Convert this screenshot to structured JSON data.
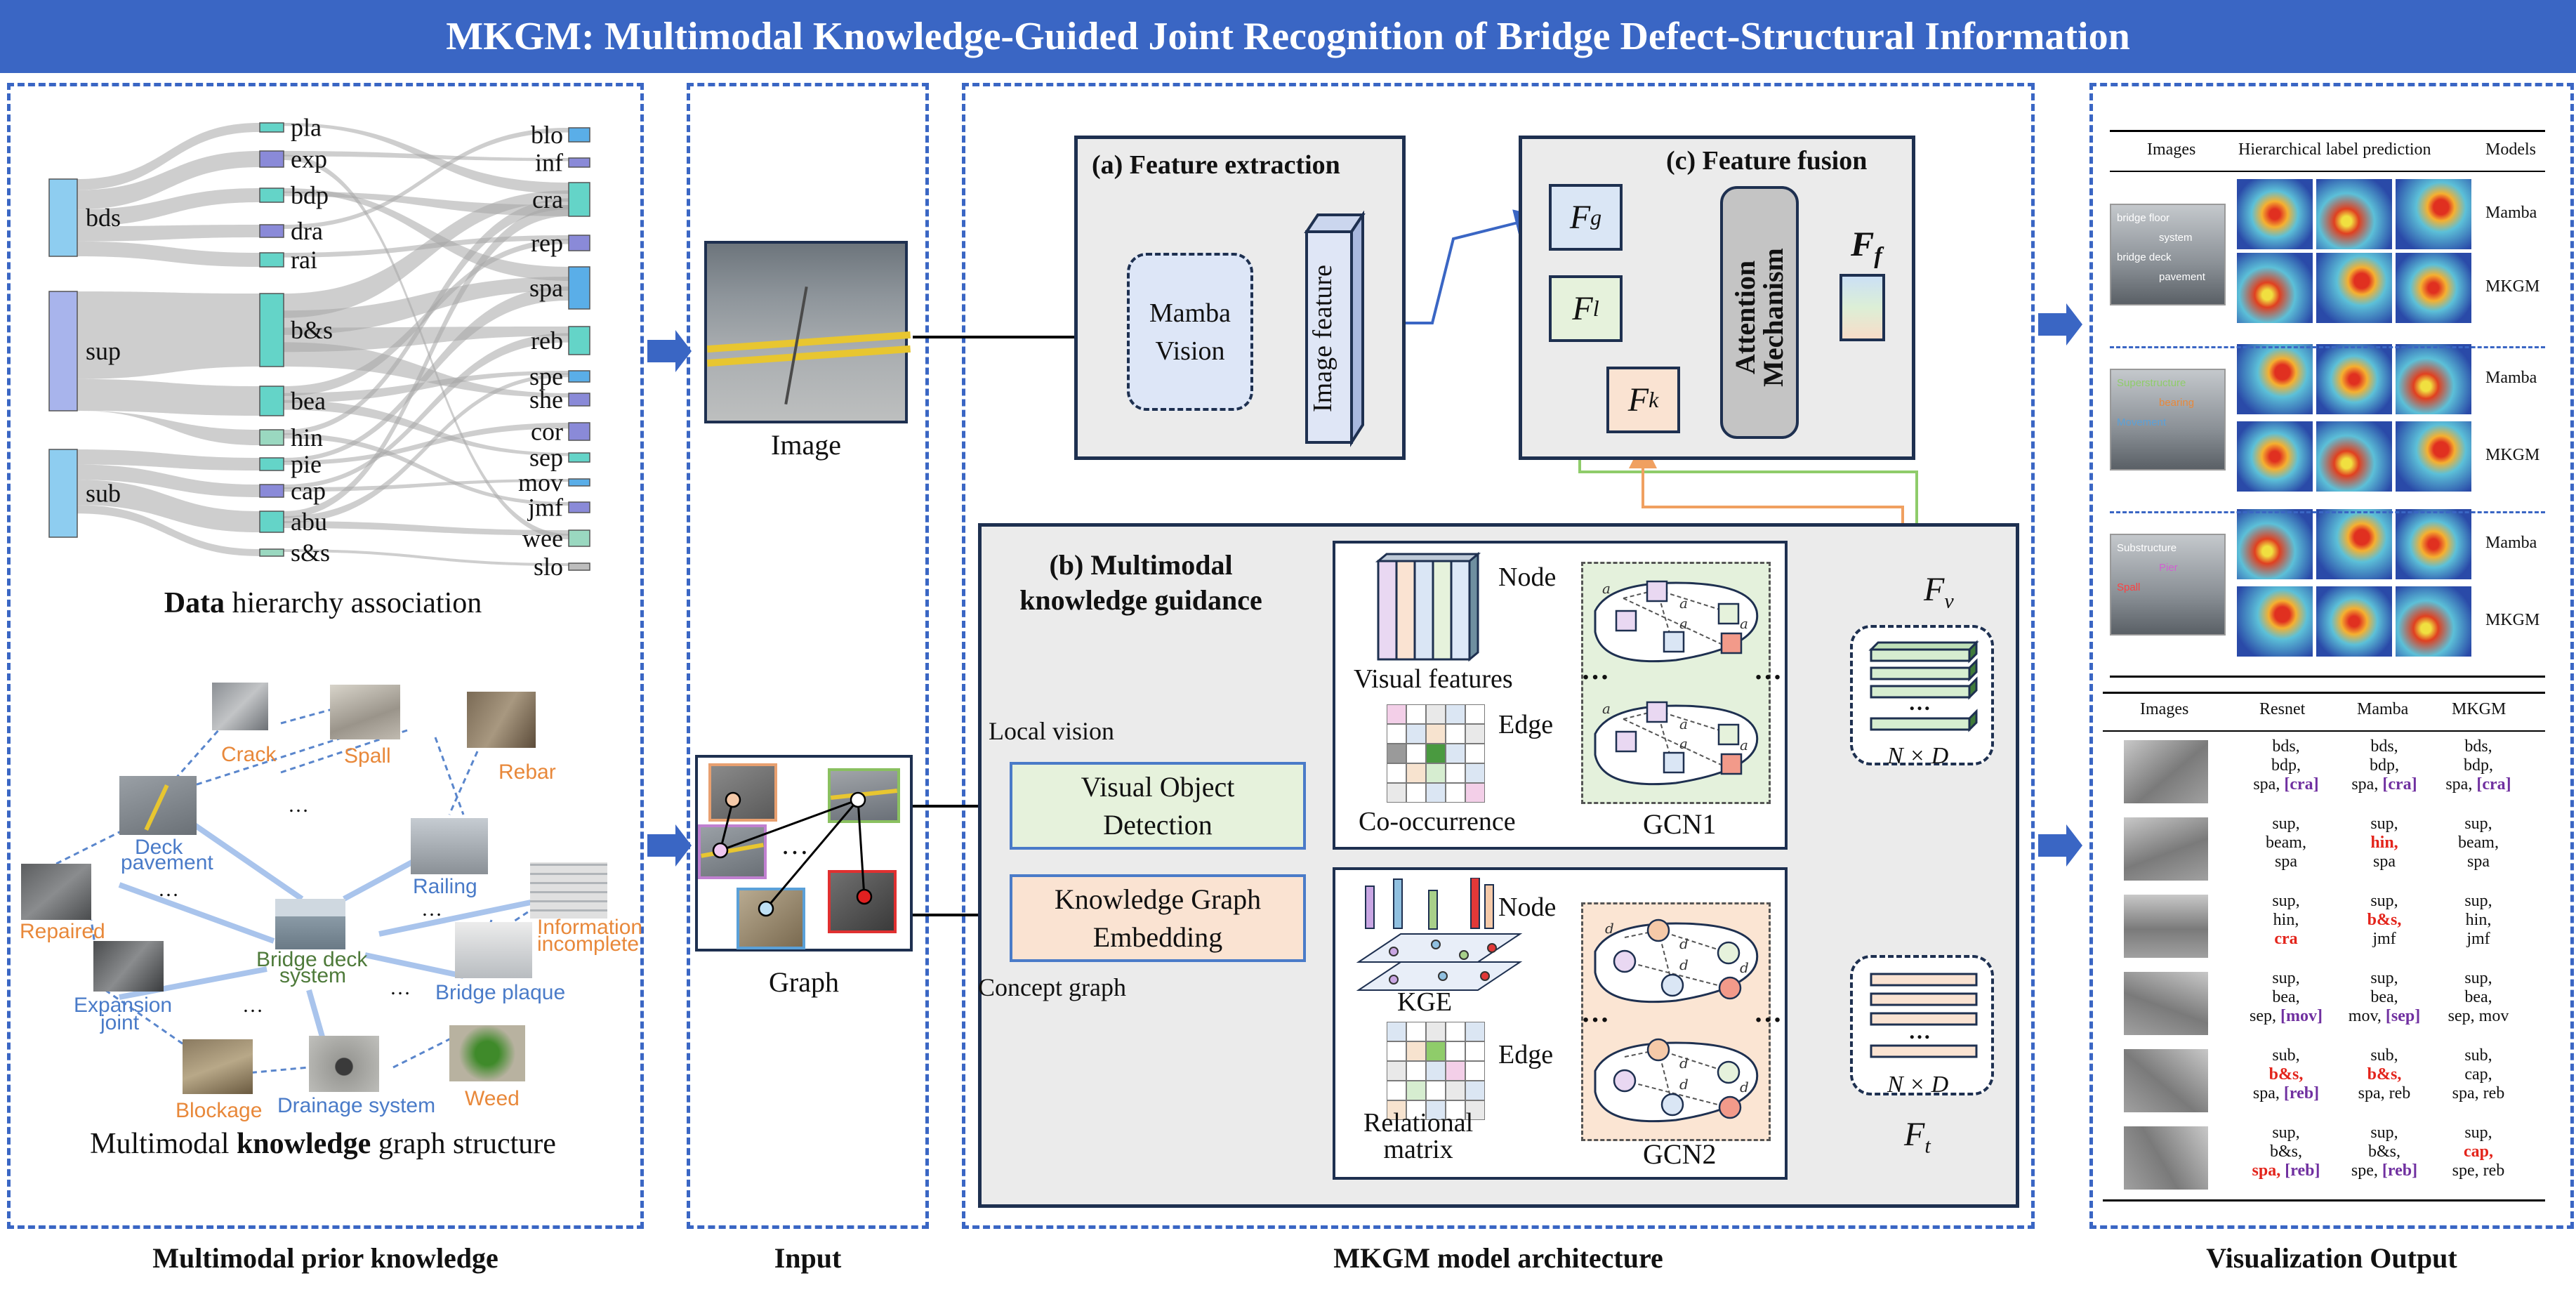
{
  "title": "MKGM: Multimodal Knowledge-Guided Joint Recognition of Bridge Defect-Structural Information",
  "sections": {
    "prior": "Multimodal prior knowledge",
    "input": "Input",
    "arch": "MKGM model architecture",
    "vis": "Visualization Output"
  },
  "sankey": {
    "left": [
      "bds",
      "sup",
      "sub"
    ],
    "middle": [
      "pla",
      "exp",
      "bdp",
      "dra",
      "rai",
      "b&s",
      "bea",
      "hin",
      "pie",
      "cap",
      "abu",
      "s&s"
    ],
    "right": [
      "blo",
      "inf",
      "cra",
      "rep",
      "spa",
      "reb",
      "spe",
      "she",
      "cor",
      "sep",
      "mov",
      "jmf",
      "wee",
      "slo"
    ],
    "caption_bold": "Data",
    "caption_rest": " hierarchy association"
  },
  "kg": {
    "nodes": {
      "crack": "Crack",
      "spall": "Spall",
      "rebar": "Rebar",
      "deck1": "Deck",
      "deck2": "pavement",
      "railing": "Railing",
      "repaired": "Repaired",
      "bdsys1": "Bridge deck",
      "bdsys2": "system",
      "info1": "Information",
      "info2": "incomplete",
      "exp1": "Expansion",
      "exp2": "joint",
      "plaque": "Bridge plaque",
      "blockage": "Blockage",
      "drain": "Drainage system",
      "weed": "Weed",
      "ellipsis": "…"
    },
    "caption_pre": "Multimodal ",
    "caption_bold": "knowledge",
    "caption_post": " graph structure"
  },
  "input": {
    "image_label": "Image",
    "graph_label": "Graph",
    "dots": "…"
  },
  "feat_extract": {
    "title": "(a) Feature extraction",
    "mamba1": "Mamba",
    "mamba2": "Vision",
    "image_feature": "Image feature"
  },
  "feat_fusion": {
    "title": "(c) Feature fusion",
    "fg": "F",
    "fg_sub": "g",
    "fl": "F",
    "fl_sub": "l",
    "fk": "F",
    "fk_sub": "k",
    "att1": "Attention",
    "att2": "Mechanism",
    "ff": "F",
    "ff_sub": "f"
  },
  "mkg": {
    "title1": "(b) Multimodal",
    "title2": "knowledge guidance",
    "local_vision": "Local vision",
    "vod1": "Visual Object",
    "vod2": "Detection",
    "kge_box1": "Knowledge Graph",
    "kge_box2": "Embedding",
    "concept_graph": "Concept graph",
    "node": "Node",
    "edge": "Edge",
    "visual_features": "Visual features",
    "cooccurrence": "Co-occurrence",
    "gcn1": "GCN1",
    "gcn2": "GCN2",
    "kge": "KGE",
    "relational1": "Relational",
    "relational2": "matrix",
    "nxd": "N × D",
    "fv": "F",
    "fv_sub": "v",
    "ft": "F",
    "ft_sub": "t",
    "dots": "…"
  },
  "vis_top": {
    "headers": [
      "Images",
      "Hierarchical label prediction",
      "Models"
    ],
    "rows": [
      {
        "model": "Mamba",
        "tags": [
          "bridge floor",
          "system",
          "bridge deck",
          "pavement"
        ]
      },
      {
        "model": "MKGM",
        "tags": []
      },
      {
        "model": "Mamba",
        "tags": [
          "Superstructure",
          "bearing",
          "Movement"
        ]
      },
      {
        "model": "MKGM",
        "tags": []
      },
      {
        "model": "Mamba",
        "tags": [
          "Substructure",
          "Pier",
          "Spall"
        ]
      },
      {
        "model": "MKGM",
        "tags": []
      }
    ]
  },
  "vis_bottom": {
    "headers": [
      "Images",
      "Resnet",
      "Mamba",
      "MKGM"
    ],
    "rows": [
      {
        "resnet": [
          [
            "bds,",
            ""
          ],
          [
            "bdp,",
            ""
          ],
          [
            "spa, ",
            ""
          ],
          [
            "[cra]",
            "pur"
          ]
        ],
        "mamba": [
          [
            "bds,",
            ""
          ],
          [
            "bdp,",
            ""
          ],
          [
            "spa, ",
            ""
          ],
          [
            "[cra]",
            "pur"
          ]
        ],
        "mkgm": [
          [
            "bds,",
            ""
          ],
          [
            "bdp,",
            ""
          ],
          [
            "spa, ",
            ""
          ],
          [
            "[cra]",
            "pur"
          ]
        ]
      },
      {
        "resnet": [
          [
            "sup,",
            ""
          ],
          [
            "beam,",
            ""
          ],
          [
            "spa",
            ""
          ]
        ],
        "mamba": [
          [
            "sup,",
            ""
          ],
          [
            "hin,",
            "red"
          ],
          [
            "spa",
            ""
          ]
        ],
        "mkgm": [
          [
            "sup,",
            ""
          ],
          [
            "beam,",
            ""
          ],
          [
            "spa",
            ""
          ]
        ]
      },
      {
        "resnet": [
          [
            "sup,",
            ""
          ],
          [
            "hin,",
            ""
          ],
          [
            "cra",
            "red"
          ]
        ],
        "mamba": [
          [
            "sup,",
            ""
          ],
          [
            "b&s,",
            "red"
          ],
          [
            "jmf",
            ""
          ]
        ],
        "mkgm": [
          [
            "sup,",
            ""
          ],
          [
            "hin,",
            ""
          ],
          [
            "jmf",
            ""
          ]
        ]
      },
      {
        "resnet": [
          [
            "sup,",
            ""
          ],
          [
            "bea,",
            ""
          ],
          [
            "sep, ",
            ""
          ],
          [
            "[mov]",
            "pur"
          ]
        ],
        "mamba": [
          [
            "sup,",
            ""
          ],
          [
            "bea,",
            ""
          ],
          [
            "mov, ",
            ""
          ],
          [
            "[sep]",
            "pur"
          ]
        ],
        "mkgm": [
          [
            "sup,",
            ""
          ],
          [
            "bea,",
            ""
          ],
          [
            "sep, mov",
            ""
          ]
        ]
      },
      {
        "resnet": [
          [
            "sub,",
            ""
          ],
          [
            "b&s,",
            "red"
          ],
          [
            "spa, ",
            ""
          ],
          [
            "[reb]",
            "pur"
          ]
        ],
        "mamba": [
          [
            "sub,",
            ""
          ],
          [
            "b&s,",
            "red"
          ],
          [
            "spa, reb",
            ""
          ]
        ],
        "mkgm": [
          [
            "sub,",
            ""
          ],
          [
            "cap,",
            ""
          ],
          [
            "spa, reb",
            ""
          ]
        ]
      },
      {
        "resnet": [
          [
            "sup,",
            ""
          ],
          [
            "b&s,",
            ""
          ],
          [
            "spa, ",
            "red"
          ],
          [
            "[reb]",
            "pur"
          ]
        ],
        "mamba": [
          [
            "sup,",
            ""
          ],
          [
            "b&s,",
            ""
          ],
          [
            "spe, ",
            ""
          ],
          [
            "[reb]",
            "pur"
          ]
        ],
        "mkgm": [
          [
            "sup,",
            ""
          ],
          [
            "cap,",
            "red"
          ],
          [
            "spe, reb",
            ""
          ]
        ]
      }
    ]
  },
  "colors": {
    "accent": "#3a66c4",
    "defect_red": "#e3241b",
    "purple": "#7030a0",
    "kg_orange": "#e8883a",
    "kg_blue": "#4a7bc8"
  }
}
